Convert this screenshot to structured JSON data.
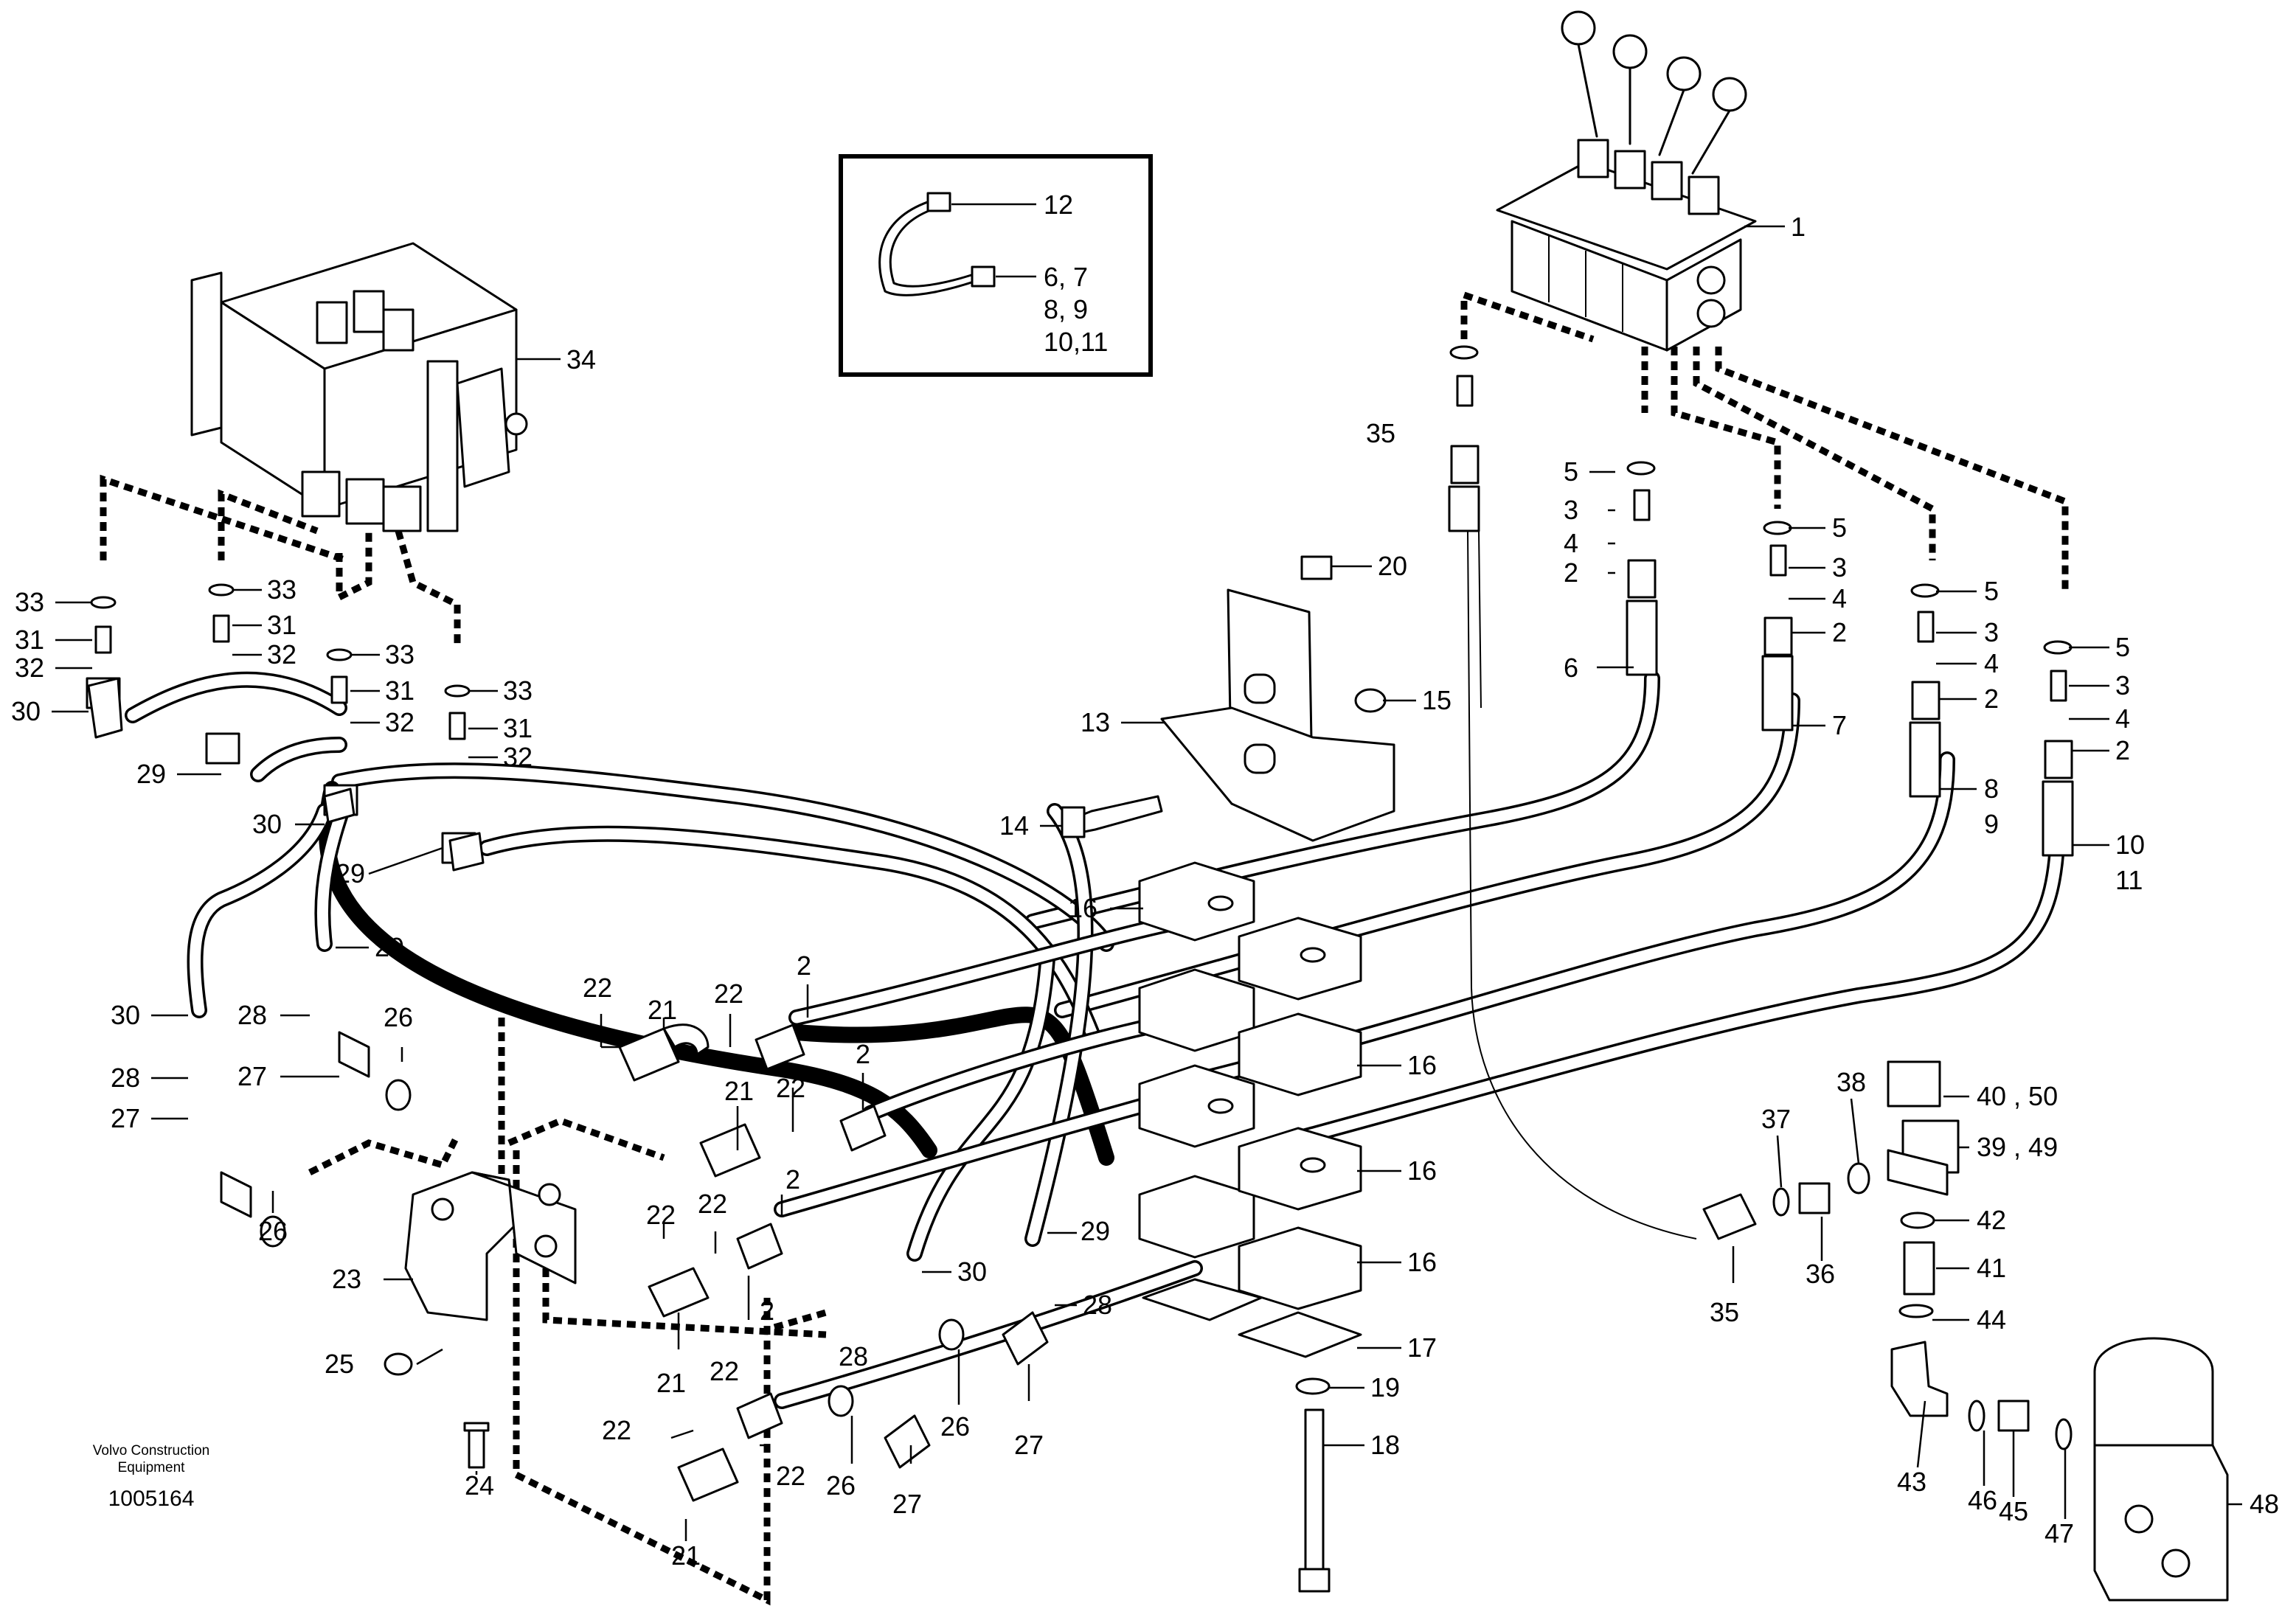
{
  "publisher": "Volvo Construction Equipment",
  "publisher_lines": [
    "Volvo Construction",
    "Equipment"
  ],
  "document_number": "1005164",
  "inset_labels": [
    "12",
    "6, 7",
    "8, 9",
    "10,11"
  ],
  "callouts": {
    "c1": "1",
    "c34": "34",
    "c35a": "35",
    "c35b": "35",
    "c5a": "5",
    "c3a": "3",
    "c4a": "4",
    "c2a": "2",
    "c6": "6",
    "c5b": "5",
    "c3b": "3",
    "c4b": "4",
    "c2b": "2",
    "c7": "7",
    "c5c": "5",
    "c3c": "3",
    "c4c": "4",
    "c2c": "2",
    "c8": "8",
    "c9": "9",
    "c5d": "5",
    "c3d": "3",
    "c4d": "4",
    "c2d": "2",
    "c10": "10",
    "c11": "11",
    "c20": "20",
    "c13": "13",
    "c15": "15",
    "c14": "14",
    "c16a": "16",
    "c16b": "16",
    "c16c": "16",
    "c16d": "16",
    "c17": "17",
    "c19": "19",
    "c18": "18",
    "c33a": "33",
    "c31a": "31",
    "c32a": "32",
    "c30a": "30",
    "c33b": "33",
    "c31b": "31",
    "c32b": "32",
    "c33c": "33",
    "c31c": "31",
    "c32c": "32",
    "c33d": "33",
    "c31d": "31",
    "c32d": "32",
    "c29a": "29",
    "c30b": "30",
    "c29b": "29",
    "c29c": "29",
    "c30c": "30",
    "c28a": "28",
    "c27a": "27",
    "c26a": "26",
    "c28b": "28",
    "c27b": "27",
    "c26b": "26",
    "c22a": "22",
    "c21a": "21",
    "c22b": "22",
    "c2e": "2",
    "c21b": "21",
    "c22c": "22",
    "c2f": "2",
    "c22d": "22",
    "c22e": "22",
    "c2g": "2",
    "c23": "23",
    "c25": "25",
    "c24": "24",
    "c21c": "21",
    "c22f": "22",
    "c2h": "2",
    "c22g": "22",
    "c21d": "21",
    "c22h": "22",
    "c26c": "26",
    "c27c": "27",
    "c28c": "28",
    "c26d": "26",
    "c27d": "27",
    "c28d": "28",
    "c29d": "29",
    "c30d": "30",
    "c37": "37",
    "c38": "38",
    "c36": "36",
    "c40": "40 , 50",
    "c39": "39 , 49",
    "c42": "42",
    "c41": "41",
    "c44": "44",
    "c43": "43",
    "c46": "46",
    "c45": "45",
    "c47": "47",
    "c48": "48"
  }
}
